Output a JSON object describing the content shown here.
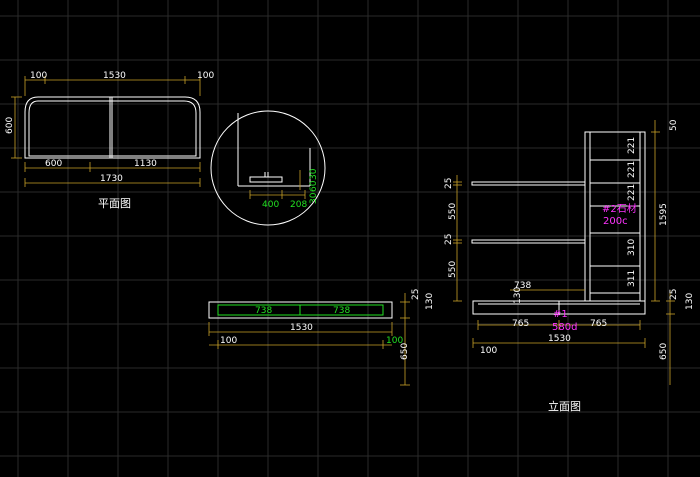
{
  "colors": {
    "background": "#000000",
    "grid": "#2a2a2a",
    "geometry": "#ffffff",
    "dimension_line": "#c9a227",
    "dimension_text": "#ffffff",
    "green_text": "#22e022",
    "magenta_text": "#ff33ff"
  },
  "plan": {
    "title": "平面图",
    "top_dims": [
      "100",
      "1530",
      "100"
    ],
    "left_dim": "600",
    "bottom_dims_1": [
      "600",
      "1130"
    ],
    "bottom_dim_total": "1730"
  },
  "detail": {
    "dims": [
      "400",
      "208"
    ],
    "vertical_dims": [
      "30",
      "60",
      "30"
    ]
  },
  "front": {
    "green_dims": [
      "738",
      "738"
    ],
    "green_side": "100",
    "dim_center": "1530",
    "dim_left": "100",
    "right_dims": [
      "25",
      "130",
      "650"
    ]
  },
  "elevation": {
    "title": "立面图",
    "left_dims": [
      "25",
      "550",
      "25",
      "550"
    ],
    "right_dims": [
      "221",
      "221",
      "221",
      "310",
      "311"
    ],
    "overall_dims": [
      "50",
      "1595",
      "25",
      "130",
      "650"
    ],
    "inner_dim": "738",
    "inner_vertical": "130",
    "bottom_dims": [
      "765",
      "765"
    ],
    "total_dim": "1530",
    "left_bottom": "100",
    "label_top": "#2石材",
    "label_top_sub": "200c",
    "label_bottom": "#1",
    "label_bottom_sub": "580d"
  }
}
